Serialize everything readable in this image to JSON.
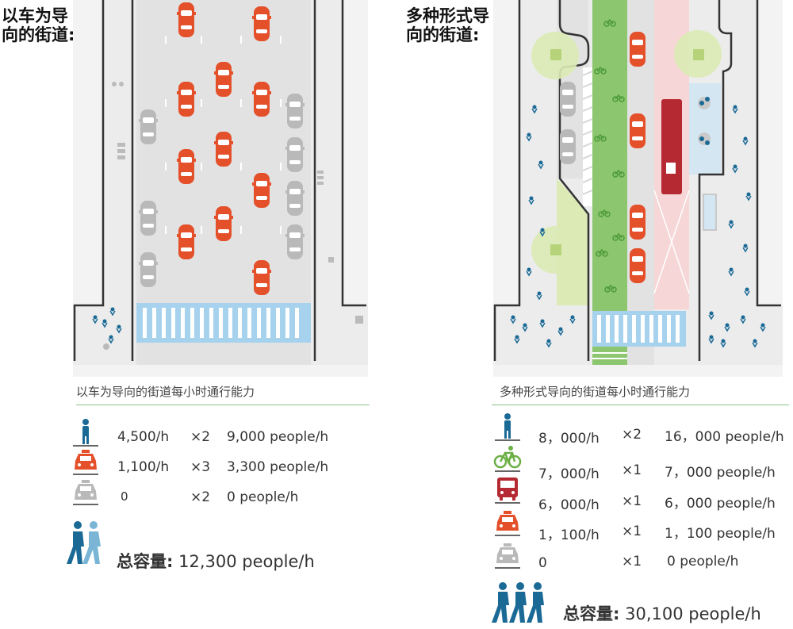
{
  "colors": {
    "car_orange": "#e4502a",
    "car_gray": "#b9b9b9",
    "road_gray": "#e2e2e2",
    "sidewalk": "#eeeeee",
    "bike_green": "#8cc66e",
    "bus_red": "#b52a32",
    "bus_lane_pink": "#f6d6d6",
    "tree_green": "#dcebb5",
    "crosswalk_blue": "#a7d2ee",
    "pedestrian_blue": "#1b6a96",
    "rule_green": "#8bc28a"
  },
  "left": {
    "label": "以车为导向的街道:",
    "label_lines": [
      "以车为导",
      "向的街道:"
    ],
    "caption": "以车为导向的街道每小时通行能力",
    "rows": [
      {
        "icon": "pedestrian-icon",
        "rate": "4,500/h",
        "multiplier": "×2",
        "result": "9,000 people/h"
      },
      {
        "icon": "car-orange-icon",
        "rate": "1,100/h",
        "multiplier": "×3",
        "result": "3,300 people/h"
      },
      {
        "icon": "car-gray-icon",
        "rate": "0",
        "multiplier": "×2",
        "result": "0 people/h"
      }
    ],
    "total_label": "总容量:",
    "total_value": "12,300 people/h"
  },
  "right": {
    "label": "多种形式导向的街道:",
    "label_lines": [
      "多种形式导",
      "向的街道:"
    ],
    "caption": "多种形式导向的街道每小时通行能力",
    "rows": [
      {
        "icon": "pedestrian-icon",
        "rate": "8，000/h",
        "multiplier": "×2",
        "result": "16，000 people/h"
      },
      {
        "icon": "bicycle-icon",
        "rate": "7，000/h",
        "multiplier": "×1",
        "result": "7，000 people/h"
      },
      {
        "icon": "bus-icon",
        "rate": "6，000/h",
        "multiplier": "×1",
        "result": "6，000 people/h"
      },
      {
        "icon": "car-orange-icon",
        "rate": "1，100/h",
        "multiplier": "×1",
        "result": "1，100 people/h"
      },
      {
        "icon": "car-gray-icon",
        "rate": "0",
        "multiplier": "×1",
        "result": "0 people/h"
      }
    ],
    "total_label": "总容量:",
    "total_value": "30,100 people/h"
  }
}
